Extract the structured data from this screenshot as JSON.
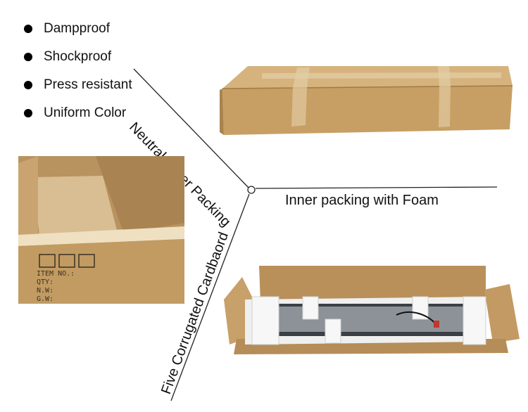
{
  "features": [
    "Dampproof",
    "Shockproof",
    "Press resistant",
    "Uniform Color"
  ],
  "labels": {
    "outer": "Neutral Outer Packing",
    "inner": "Inner packing with Foam",
    "cardboard": "Five Corrugated Cardbaord"
  },
  "box_print": {
    "item_no": "ITEM NO.:",
    "qty": "QTY:",
    "nw": "N.W:",
    "gw": "G.W:"
  },
  "colors": {
    "cardboard": "#c9a36c",
    "cardboard_dark": "#a98450",
    "tape": "#d9c29a",
    "foam": "#f4f4f4",
    "line": "#222222"
  }
}
